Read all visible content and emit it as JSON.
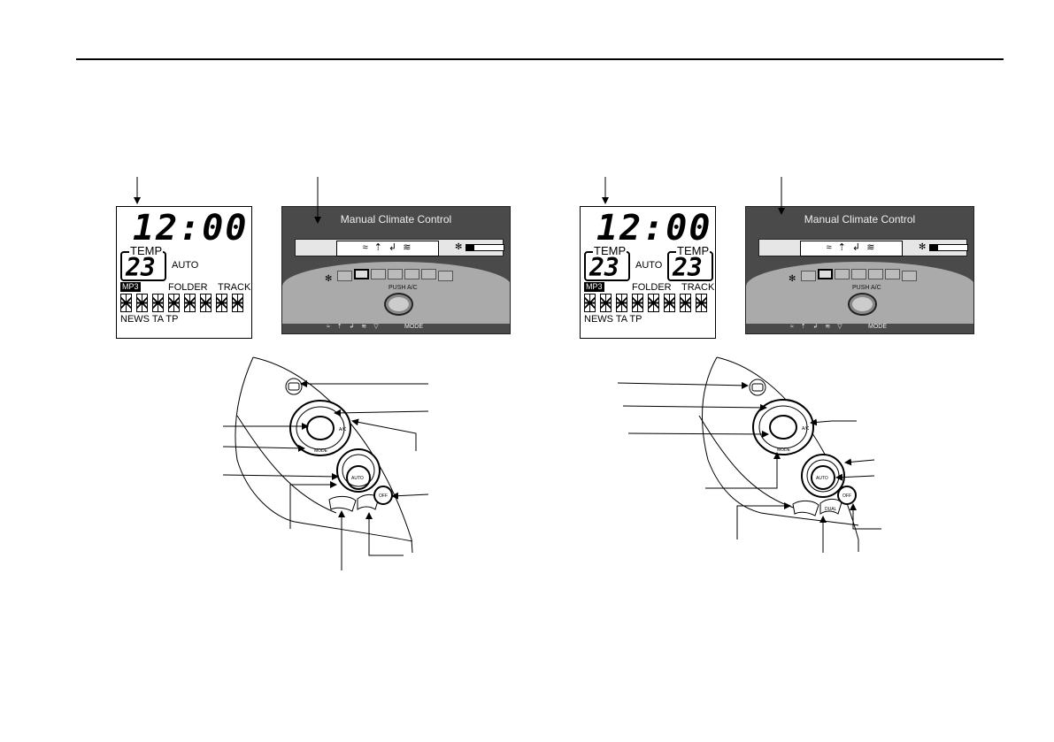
{
  "left_display": {
    "clock": "12:00",
    "temp_label": "TEMP",
    "temp_value": "23",
    "auto_label": "AUTO",
    "mp3_label": "MP3",
    "folder_label": "FOLDER",
    "track_label": "TRACK",
    "news_label": "NEWS TA TP"
  },
  "left_panel": {
    "title": "Manual Climate Control",
    "push_label": "PUSH A/C",
    "mode_label": "MODE"
  },
  "right_display": {
    "clock": "12:00",
    "temp_label_left": "TEMP",
    "temp_value_left": "23",
    "auto_label": "AUTO",
    "temp_label_right": "TEMP",
    "temp_value_right": "23",
    "mp3_label": "MP3",
    "folder_label": "FOLDER",
    "track_label": "TRACK",
    "news_label": "NEWS TA TP"
  },
  "right_panel": {
    "title": "Manual Climate Control",
    "push_label": "PUSH A/C",
    "mode_label": "MODE"
  },
  "left_controls": {
    "ac_label": "A/C",
    "mode_label": "MODE",
    "auto_label": "AUTO",
    "off_label": "OFF"
  },
  "right_controls": {
    "ac_label": "A/C",
    "mode_label": "MODE",
    "auto_label": "AUTO",
    "off_label": "OFF",
    "dual_label": "DUAL"
  },
  "colors": {
    "panel": "#4a4a4a",
    "line": "#000000"
  }
}
